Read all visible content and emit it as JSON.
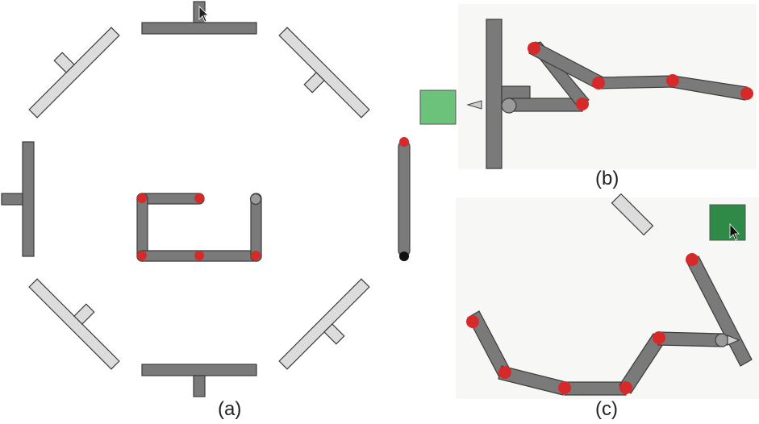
{
  "captions": {
    "a": "(a)",
    "b": "(b)",
    "c": "(c)"
  },
  "colors": {
    "link_dark": "#7a7a7a",
    "link_light": "#dcdcdc",
    "outline": "#3c3c3c",
    "joint": "#d62a2a",
    "target_light": "#6cc27a",
    "target_dark": "#2f8a48",
    "panel_bg": "#f7f7f5"
  },
  "icons": {
    "cursor": "cursor-arrow-icon",
    "gripper": "gripper-cone-icon"
  }
}
